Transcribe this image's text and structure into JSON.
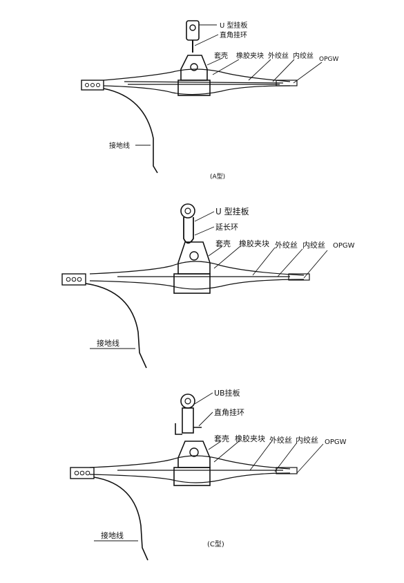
{
  "diagrams": [
    {
      "caption": "(A型)",
      "labels": {
        "u_plate": "U 型挂板",
        "link": "直角挂环",
        "housing": "套壳",
        "rubber": "橡胶夹块",
        "outer": "外绞丝",
        "inner": "内绞丝",
        "opgw": "OPGW",
        "ground": "接地线"
      }
    },
    {
      "caption": "",
      "labels": {
        "u_plate": "U 型挂板",
        "link": "延长环",
        "housing": "套壳",
        "rubber": "橡胶夹块",
        "outer": "外绞丝",
        "inner": "内绞丝",
        "opgw": "OPGW",
        "ground": "接地线"
      }
    },
    {
      "caption": "(C型)",
      "labels": {
        "u_plate": "UB挂板",
        "link": "直角挂环",
        "housing": "套壳",
        "rubber": "橡胶夹块",
        "outer": "外绞丝",
        "inner": "内绞丝",
        "opgw": "OPGW",
        "ground": "接地线"
      }
    }
  ]
}
